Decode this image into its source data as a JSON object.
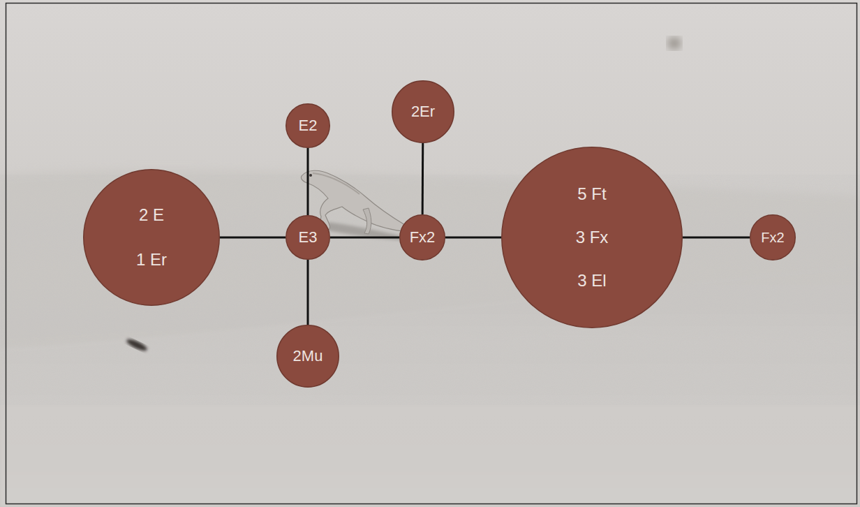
{
  "diagram": {
    "nodes": [
      {
        "text": [
          "E2"
        ]
      },
      {
        "text": [
          "2Er"
        ]
      },
      {
        "text": [
          "2 E",
          "1 Er"
        ]
      },
      {
        "text": [
          "E3"
        ]
      },
      {
        "text": [
          "Fx2"
        ]
      },
      {
        "text": [
          "5 Ft",
          "3 Fx",
          "3 El"
        ]
      },
      {
        "text": [
          "Fx2"
        ]
      },
      {
        "text": [
          "2Mu"
        ]
      }
    ],
    "edges": [
      {
        "from": 2,
        "to": 3,
        "arrow": "none"
      },
      {
        "from": 0,
        "to": 3,
        "arrow": "none"
      },
      {
        "from": 3,
        "to": 7,
        "arrow": "none"
      },
      {
        "from": 3,
        "to": 4,
        "arrow": "none"
      },
      {
        "from": 1,
        "to": 4,
        "arrow": "none"
      },
      {
        "from": 4,
        "to": 5,
        "arrow": "none"
      },
      {
        "from": 5,
        "to": 6,
        "arrow": "none"
      }
    ]
  }
}
